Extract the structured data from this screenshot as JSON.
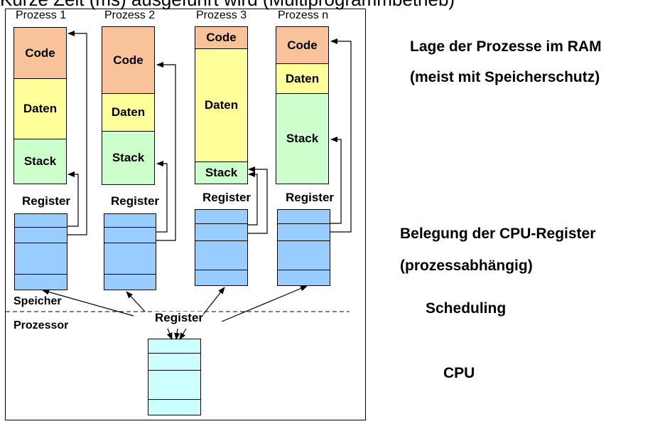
{
  "top_text": "Kurze Zeit (ms) ausgeführt wird (Multiprogrammbetrieb)",
  "processes": [
    {
      "title": "Prozess 1",
      "code": "Code",
      "daten": "Daten",
      "stack": "Stack"
    },
    {
      "title": "Prozess 2",
      "code": "Code",
      "daten": "Daten",
      "stack": "Stack"
    },
    {
      "title": "Prozess 3",
      "code": "Code",
      "daten": "Daten",
      "stack": "Stack"
    },
    {
      "title": "Prozess n",
      "code": "Code",
      "daten": "Daten",
      "stack": "Stack"
    }
  ],
  "register_label": "Register",
  "cpu_register_label": "Register",
  "zone_speicher": "Speicher",
  "zone_prozessor": "Prozessor",
  "side_labels": {
    "ram_line1": "Lage der Prozesse im RAM",
    "ram_line2": "(meist mit Speicherschutz)",
    "cpu_reg_line1": "Belegung der CPU-Register",
    "cpu_reg_line2": "(prozessabhängig)",
    "scheduling": "Scheduling",
    "cpu": "CPU"
  },
  "colors": {
    "code": "#f9c39a",
    "daten": "#ffff99",
    "stack": "#ccffcc",
    "register": "#99ccff",
    "cpu_register": "#ccffff"
  }
}
